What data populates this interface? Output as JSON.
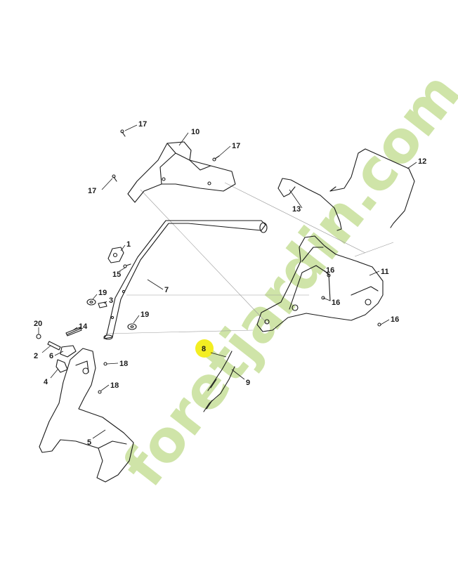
{
  "watermark": {
    "text": "foretjardin.com",
    "color_green": "#cfe4a8",
    "color_tan": "#d8cec0"
  },
  "callouts": {
    "c1": "1",
    "c2": "2",
    "c3": "3",
    "c4": "4",
    "c5": "5",
    "c6": "6",
    "c7": "7",
    "c8": "8",
    "c9": "9",
    "c10": "10",
    "c11": "11",
    "c12": "12",
    "c13": "13",
    "c14": "14",
    "c15": "15",
    "c16a": "16",
    "c16b": "16",
    "c16c": "16",
    "c17a": "17",
    "c17b": "17",
    "c17c": "17",
    "c18a": "18",
    "c18b": "18",
    "c19a": "19",
    "c19b": "19",
    "c20": "20"
  },
  "highlight_color": "#f3ee22"
}
